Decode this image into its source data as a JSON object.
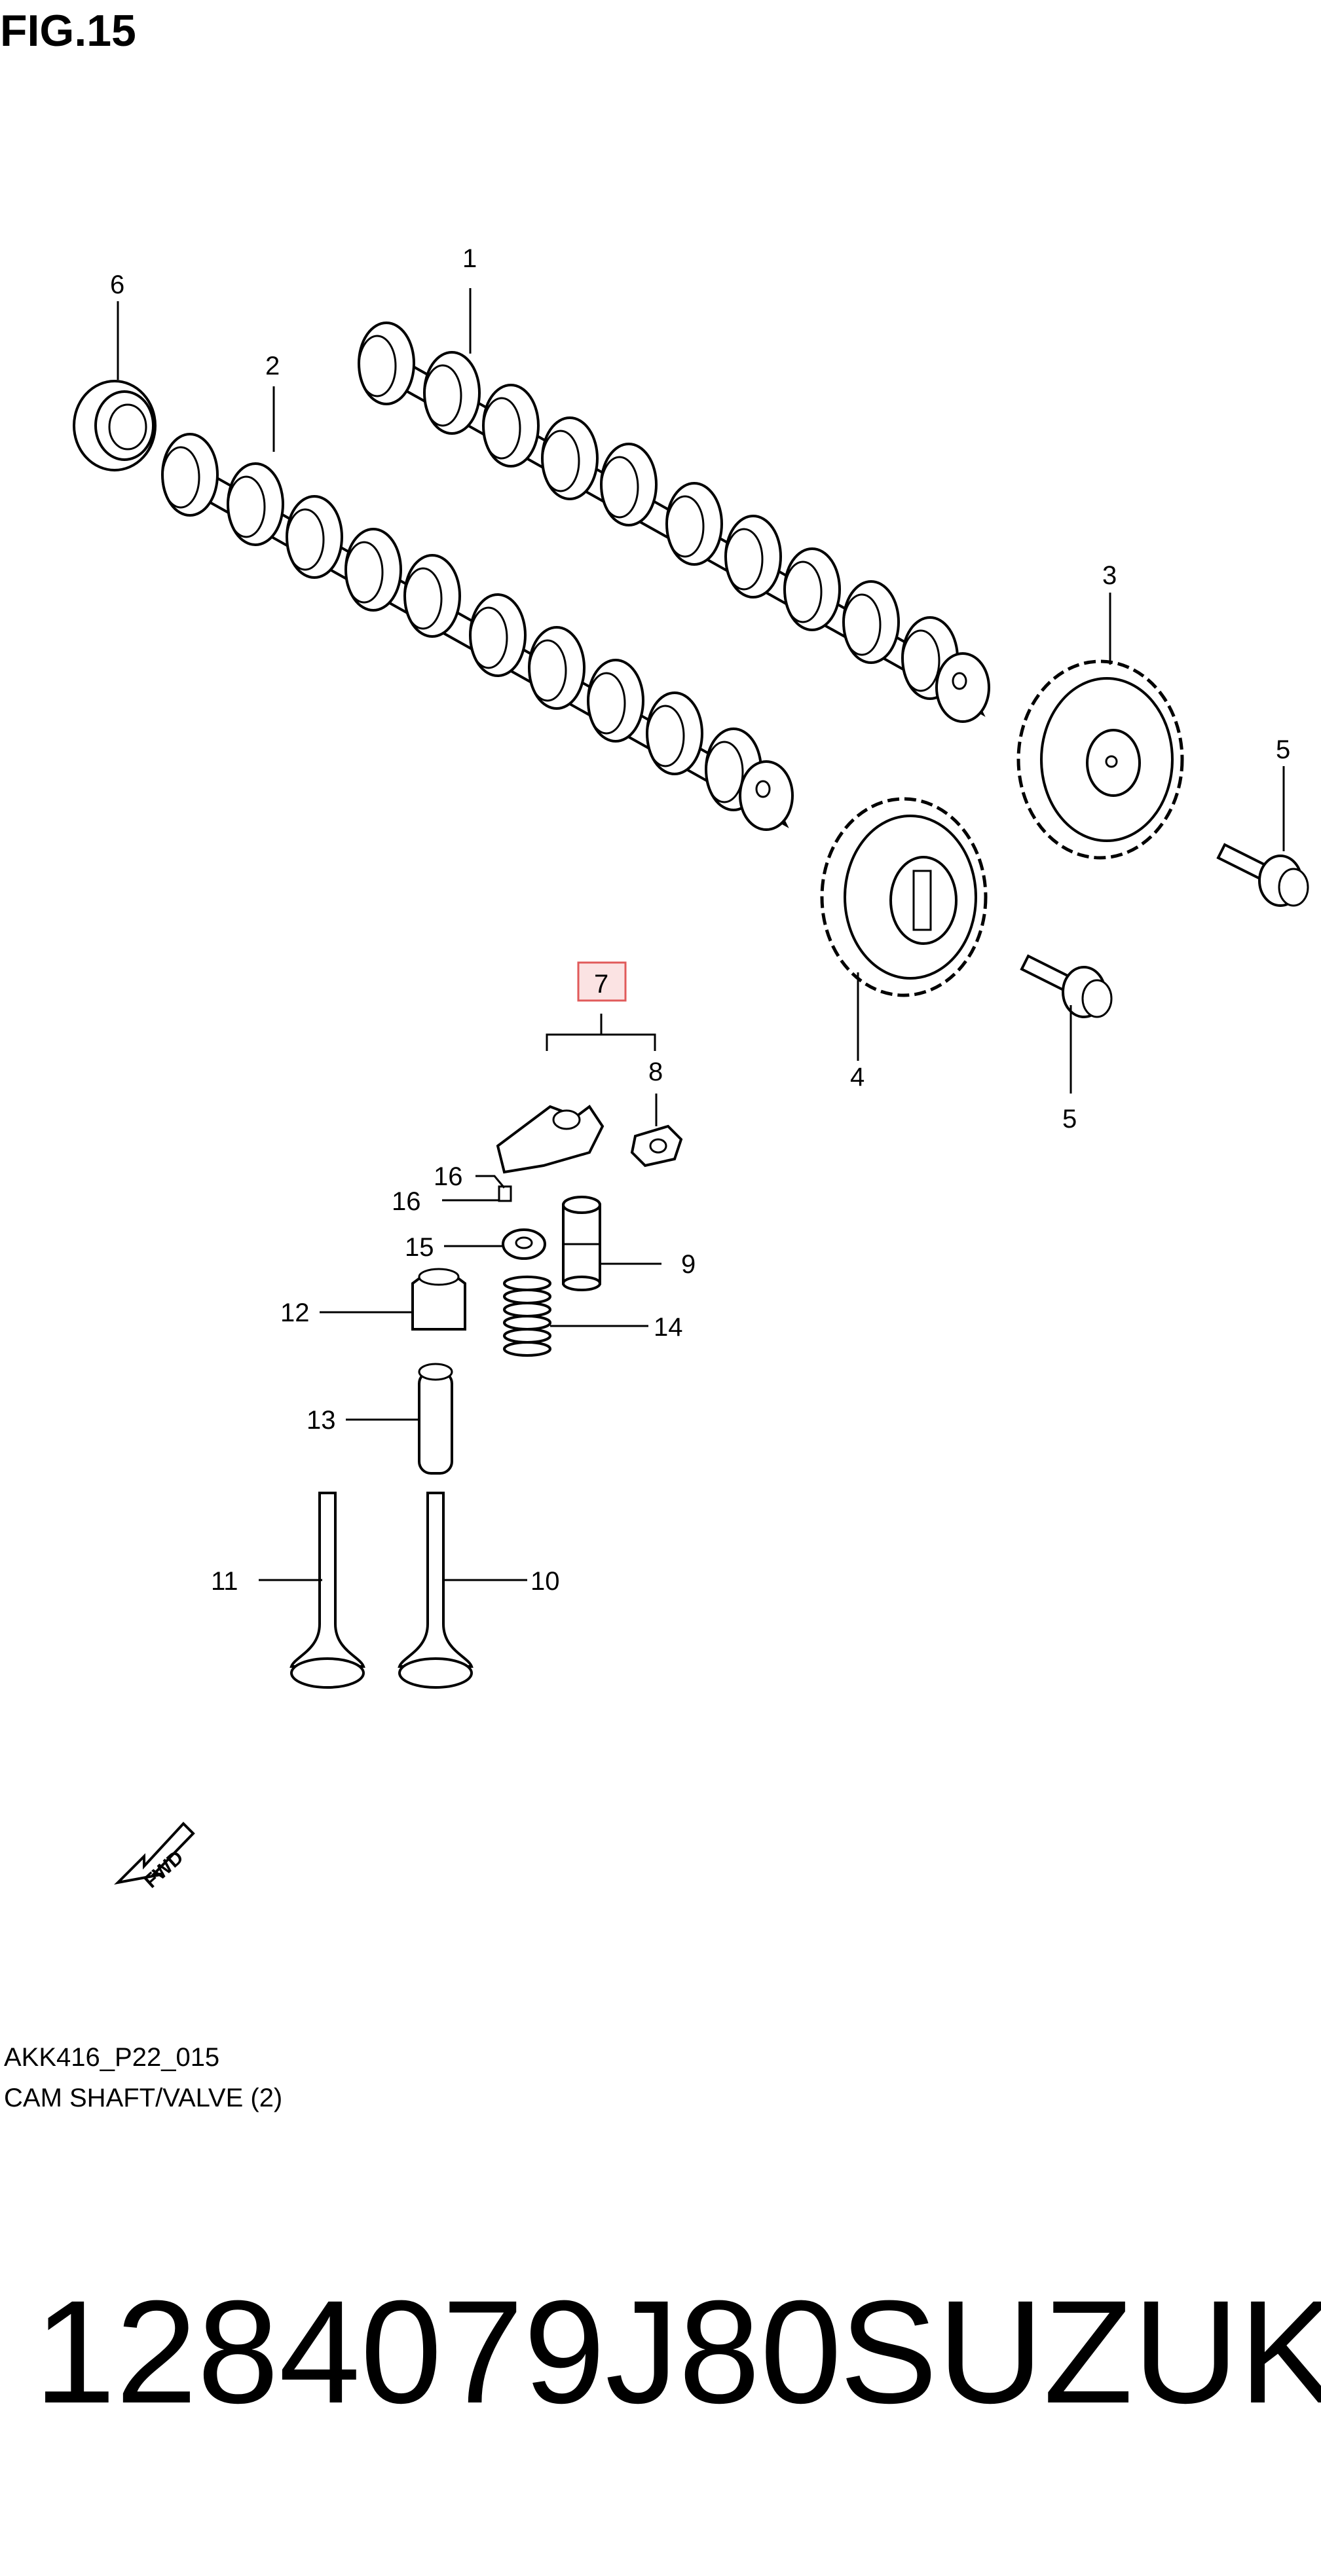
{
  "figure": {
    "title": "FIG.15",
    "code": "AKK416_P22_015",
    "name": "CAM SHAFT/VALVE (2)"
  },
  "callouts": [
    {
      "id": "c1",
      "text": "1"
    },
    {
      "id": "c2",
      "text": "2"
    },
    {
      "id": "c3",
      "text": "3"
    },
    {
      "id": "c4",
      "text": "4"
    },
    {
      "id": "c5a",
      "text": "5"
    },
    {
      "id": "c5b",
      "text": "5"
    },
    {
      "id": "c6",
      "text": "6"
    },
    {
      "id": "c7",
      "text": "7"
    },
    {
      "id": "c8",
      "text": "8"
    },
    {
      "id": "c9",
      "text": "9"
    },
    {
      "id": "c10",
      "text": "10"
    },
    {
      "id": "c11",
      "text": "11"
    },
    {
      "id": "c12",
      "text": "12"
    },
    {
      "id": "c13",
      "text": "13"
    },
    {
      "id": "c14",
      "text": "14"
    },
    {
      "id": "c15",
      "text": "15"
    },
    {
      "id": "c16a",
      "text": "16"
    },
    {
      "id": "c16b",
      "text": "16"
    }
  ],
  "fwd_label": "FWD",
  "highlight_color": "#e05a5a",
  "product": {
    "part_number": "1284079J80",
    "brand": "SUZUKI"
  }
}
